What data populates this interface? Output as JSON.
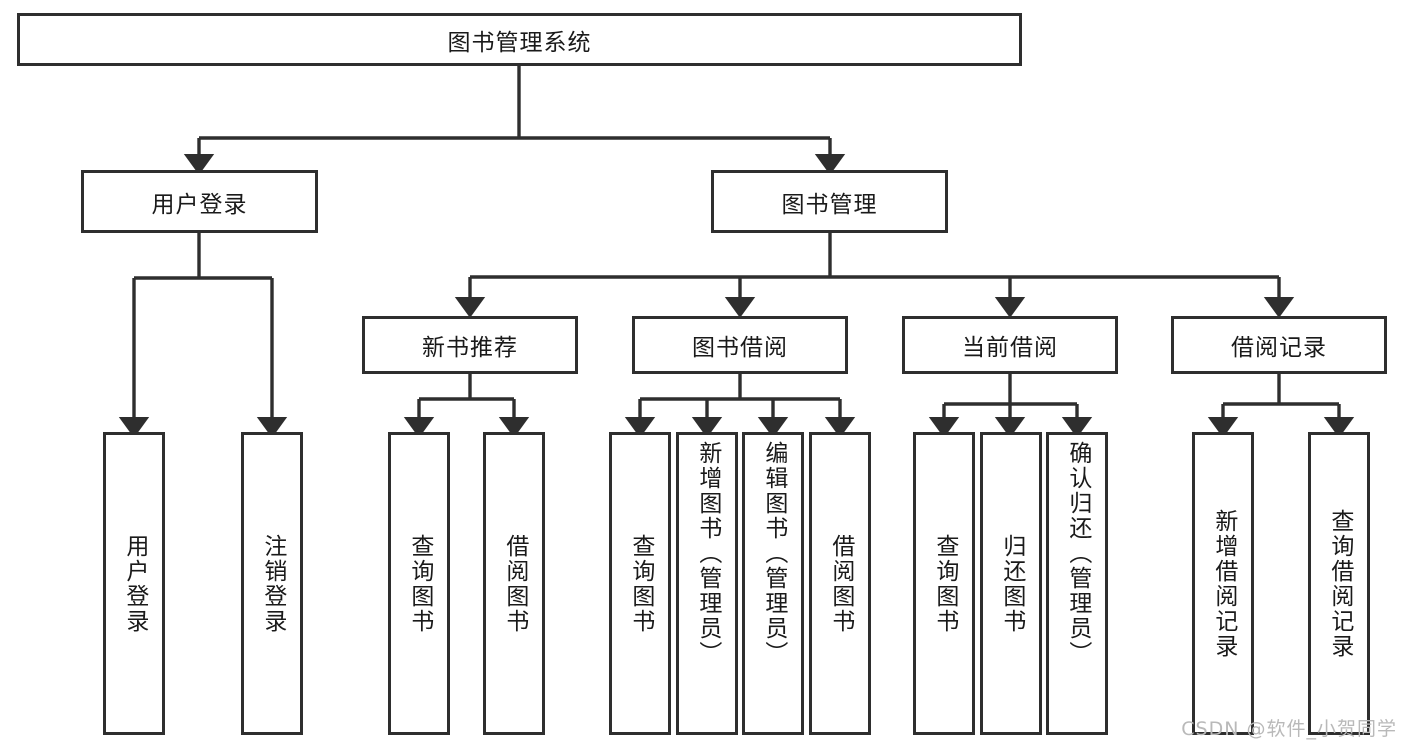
{
  "diagram": {
    "type": "tree-hierarchy",
    "title": "图书管理系统",
    "root": {
      "id": "root",
      "label": "图书管理系统"
    },
    "level2": [
      {
        "id": "user-login",
        "label": "用户登录"
      },
      {
        "id": "book-manage",
        "label": "图书管理"
      }
    ],
    "level3": [
      {
        "id": "new-book-rec",
        "label": "新书推荐"
      },
      {
        "id": "book-borrow",
        "label": "图书借阅"
      },
      {
        "id": "current-borrow",
        "label": "当前借阅"
      },
      {
        "id": "borrow-record",
        "label": "借阅记录"
      }
    ],
    "leaves": {
      "user_login": [
        {
          "id": "leaf-user-login",
          "label": "用户登录"
        },
        {
          "id": "leaf-logout-login",
          "label": "注销登录"
        }
      ],
      "new_book_rec": [
        {
          "id": "leaf-query-book-1",
          "label": "查询图书"
        },
        {
          "id": "leaf-borrow-book-1",
          "label": "借阅图书"
        }
      ],
      "book_borrow": [
        {
          "id": "leaf-query-book-2",
          "label": "查询图书"
        },
        {
          "id": "leaf-add-book",
          "label": "新增图书（管理员）"
        },
        {
          "id": "leaf-edit-book",
          "label": "编辑图书（管理员）"
        },
        {
          "id": "leaf-borrow-book-2",
          "label": "借阅图书"
        }
      ],
      "current_borrow": [
        {
          "id": "leaf-query-book-3",
          "label": "查询图书"
        },
        {
          "id": "leaf-return-book",
          "label": "归还图书"
        },
        {
          "id": "leaf-confirm-return",
          "label": "确认归还（管理员）"
        }
      ],
      "borrow_record": [
        {
          "id": "leaf-add-record",
          "label": "新增借阅记录"
        },
        {
          "id": "leaf-query-record",
          "label": "查询借阅记录"
        }
      ]
    },
    "watermark": "CSDN @软件_小贺同学",
    "colors": {
      "stroke": "#2e2e2e",
      "fill": "#ffffff",
      "text": "#1a1a1a",
      "watermark": "#b9b9b9"
    }
  }
}
